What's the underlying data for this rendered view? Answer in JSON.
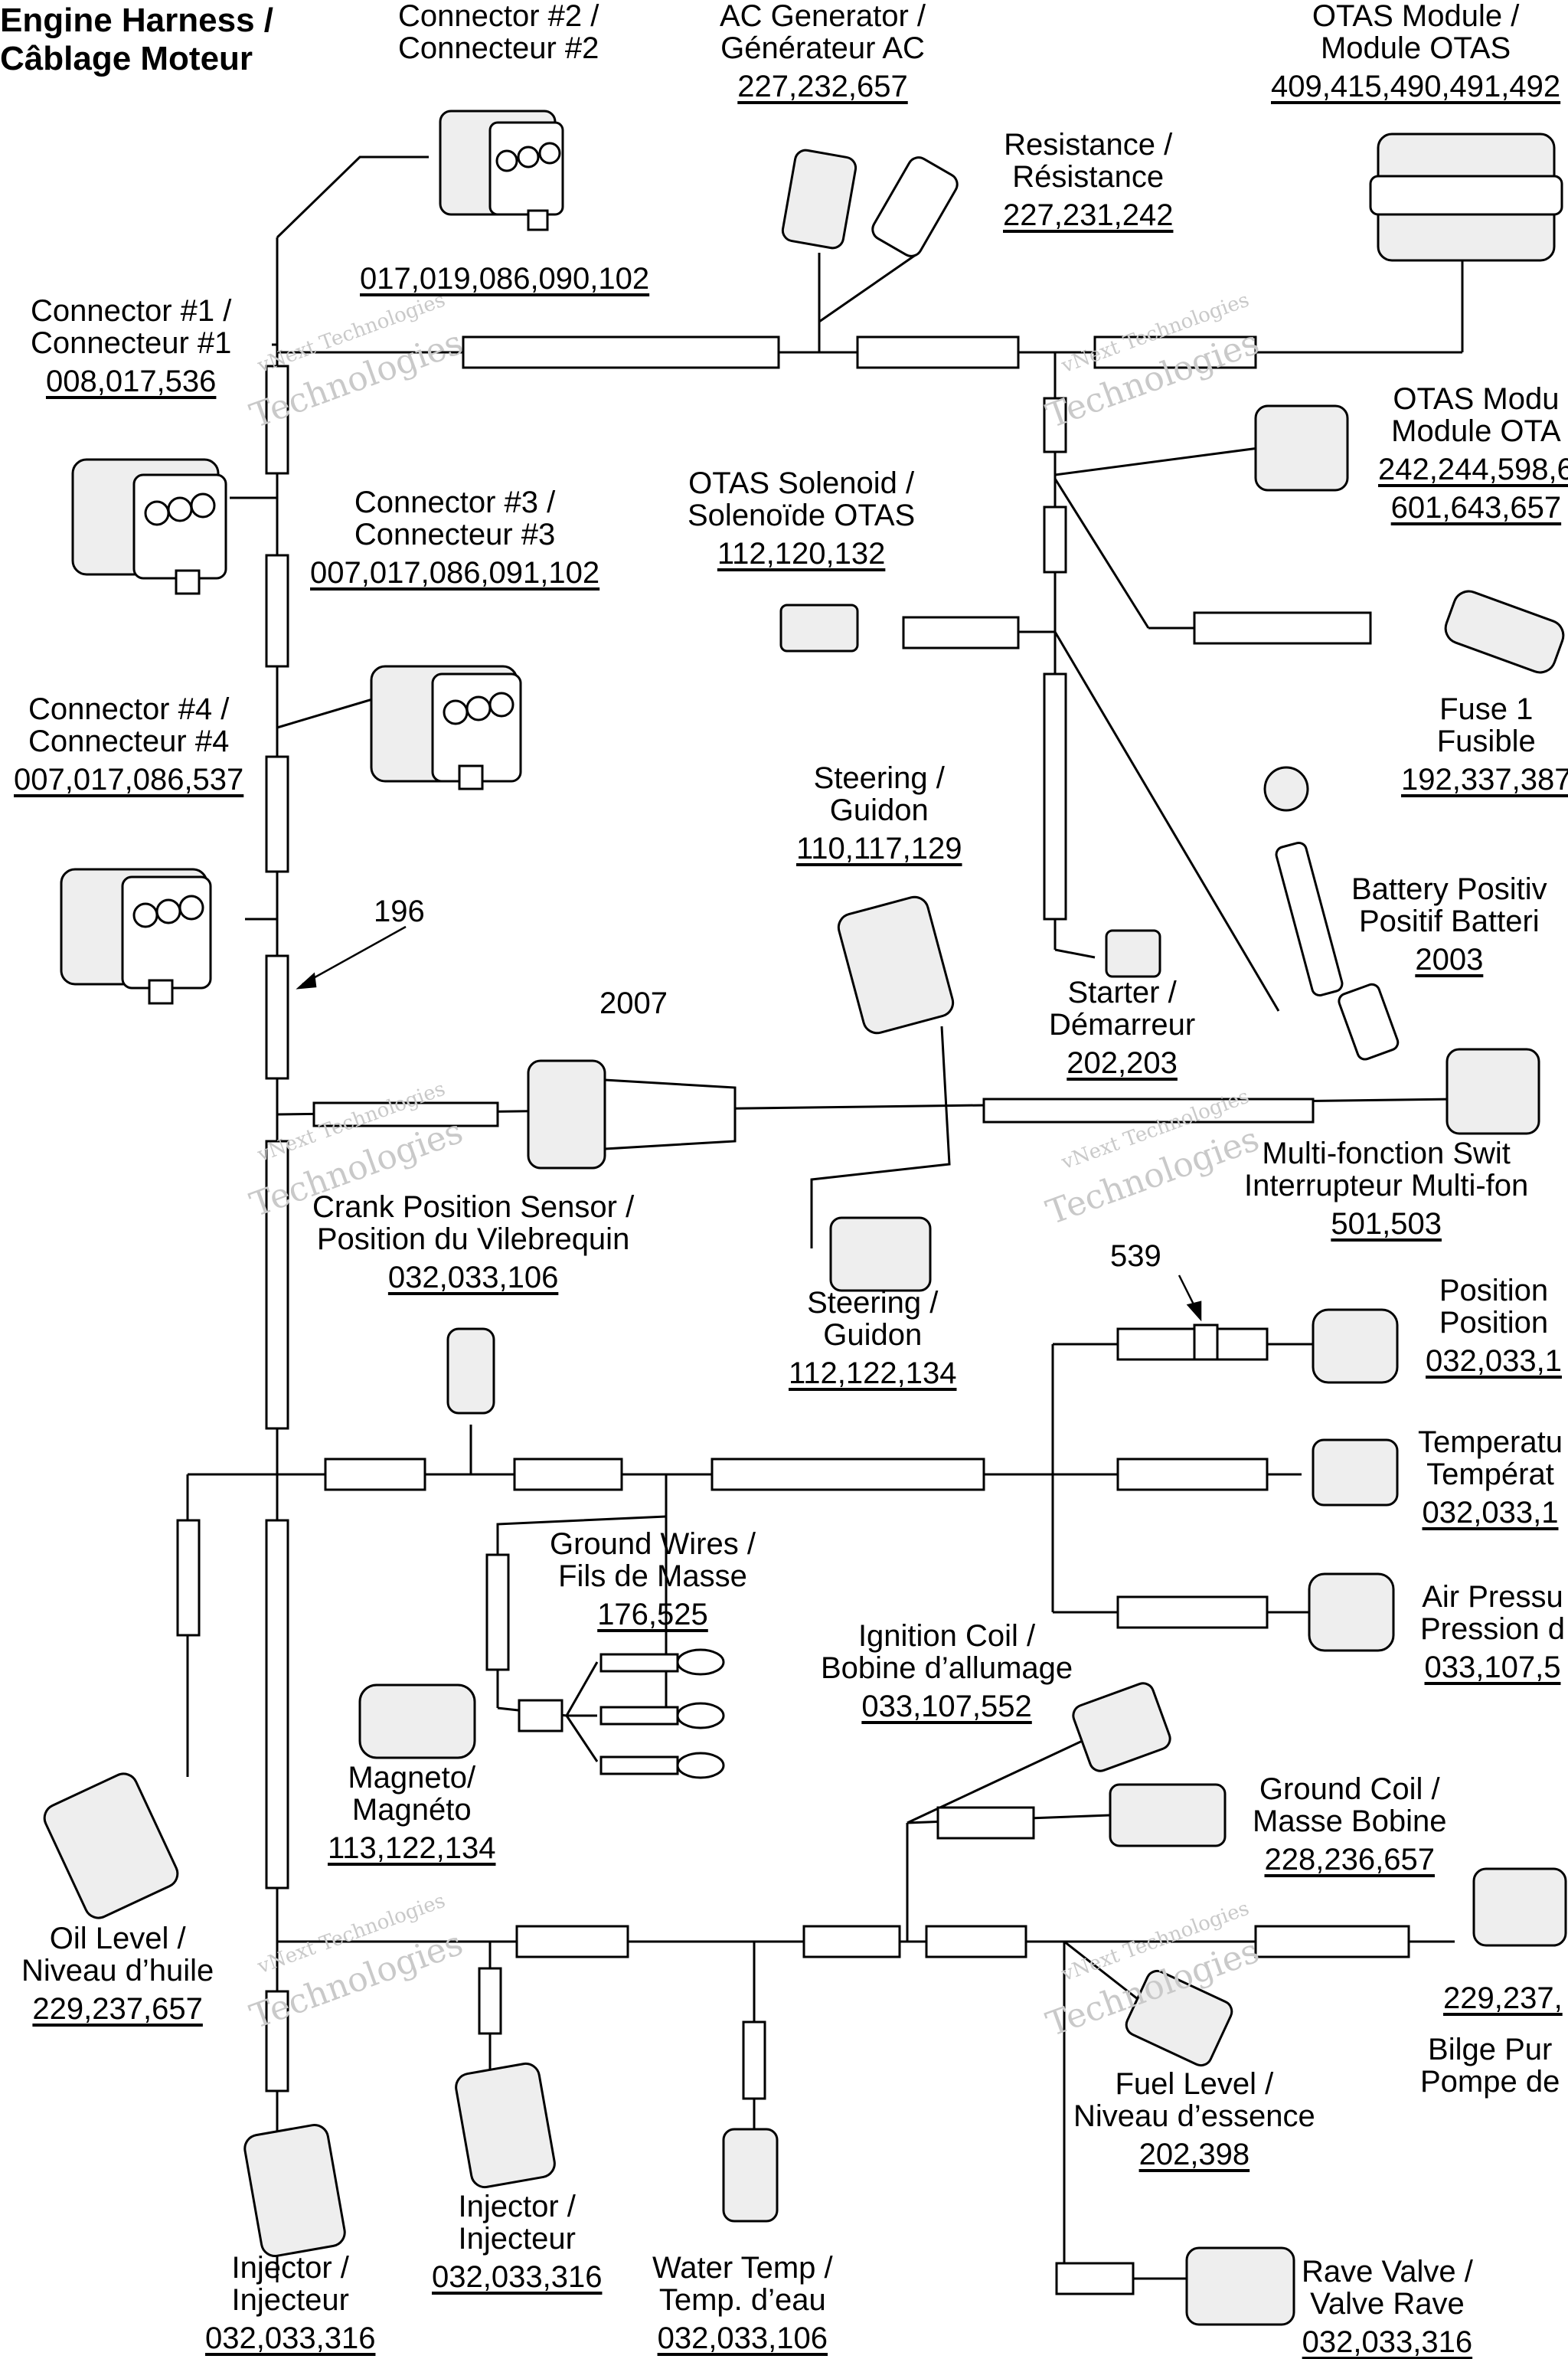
{
  "title": {
    "line1": "Engine Harness /",
    "line2": "Câblage Moteur"
  },
  "watermark": {
    "small": "vNext Technologies",
    "big": "Technologies",
    "top": "vNext"
  },
  "components": {
    "connector2": {
      "l1": "Connector #2 /",
      "l2": "Connecteur #2",
      "parts": "017,019,086,090,102"
    },
    "ac_generator": {
      "l1": "AC Generator /",
      "l2": "Générateur AC",
      "parts": "227,232,657"
    },
    "resistance": {
      "l1": "Resistance /",
      "l2": "Résistance",
      "parts": "227,231,242"
    },
    "otas_module_top": {
      "l1": "OTAS Module /",
      "l2": "Module OTAS",
      "parts": "409,415,490,491,492"
    },
    "connector1": {
      "l1": "Connector #1 /",
      "l2": "Connecteur #1",
      "parts": "008,017,536"
    },
    "otas_module_right": {
      "l1": "OTAS Modu",
      "l2": "Module OTA",
      "parts": "242,244,598,6",
      "parts2": "601,643,657"
    },
    "connector3": {
      "l1": "Connector #3 /",
      "l2": "Connecteur #3",
      "parts": "007,017,086,091,102"
    },
    "otas_solenoid": {
      "l1": "OTAS Solenoid /",
      "l2": "Solenoïde OTAS",
      "parts": "112,120,132"
    },
    "fuse": {
      "l1": "Fuse 1",
      "l2": "Fusible",
      "parts": "192,337,387"
    },
    "connector4": {
      "l1": "Connector #4 /",
      "l2": "Connecteur #4",
      "parts": "007,017,086,537"
    },
    "steering_top": {
      "l1": "Steering /",
      "l2": "Guidon",
      "parts": "110,117,129"
    },
    "battery_positive": {
      "l1": "Battery Positiv",
      "l2": "Positif Batteri",
      "parts": "2003"
    },
    "starter": {
      "l1": "Starter /",
      "l2": "Démarreur",
      "parts": "202,203"
    },
    "multifunction": {
      "l1": "Multi-fonction Swit",
      "l2": "Interrupteur Multi-fon",
      "parts": "501,503"
    },
    "crank_sensor": {
      "l1": "Crank Position Sensor /",
      "l2": "Position du Vilebrequin",
      "parts": "032,033,106"
    },
    "steering_bottom": {
      "l1": "Steering /",
      "l2": "Guidon",
      "parts": "112,122,134"
    },
    "position": {
      "l1": "Position",
      "l2": "Position",
      "parts": "032,033,1"
    },
    "temperature": {
      "l1": "Temperatu",
      "l2": "Températ",
      "parts": "032,033,1"
    },
    "ground_wires": {
      "l1": "Ground Wires /",
      "l2": "Fils de Masse",
      "parts": "176,525"
    },
    "air_pressure": {
      "l1": "Air Pressu",
      "l2": "Pression d",
      "parts": "033,107,5"
    },
    "ignition_coil": {
      "l1": "Ignition Coil /",
      "l2": "Bobine d’allumage",
      "parts": "033,107,552"
    },
    "magneto": {
      "l1": "Magneto/",
      "l2": "Magnéto",
      "parts": "113,122,134"
    },
    "ground_coil": {
      "l1": "Ground Coil /",
      "l2": "Masse Bobine",
      "parts": "228,236,657"
    },
    "oil_level": {
      "l1": "Oil Level /",
      "l2": "Niveau d’huile",
      "parts": "229,237,657"
    },
    "bilge_pump": {
      "parts": "229,237,",
      "l1": "Bilge Pur",
      "l2": "Pompe de"
    },
    "fuel_level": {
      "l1": "Fuel Level /",
      "l2": "Niveau d’essence",
      "parts": "202,398"
    },
    "injector_mid": {
      "l1": "Injector /",
      "l2": "Injecteur",
      "parts": "032,033,316"
    },
    "injector_left": {
      "l1": "Injector /",
      "l2": "Injecteur",
      "parts": "032,033,316"
    },
    "water_temp": {
      "l1": "Water Temp /",
      "l2": "Temp. d’eau",
      "parts": "032,033,106"
    },
    "rave_valve": {
      "l1": "Rave Valve /",
      "l2": "Valve Rave",
      "parts": "032,033,316"
    }
  },
  "callouts": {
    "c196": "196",
    "c2007": "2007",
    "c539": "539"
  }
}
